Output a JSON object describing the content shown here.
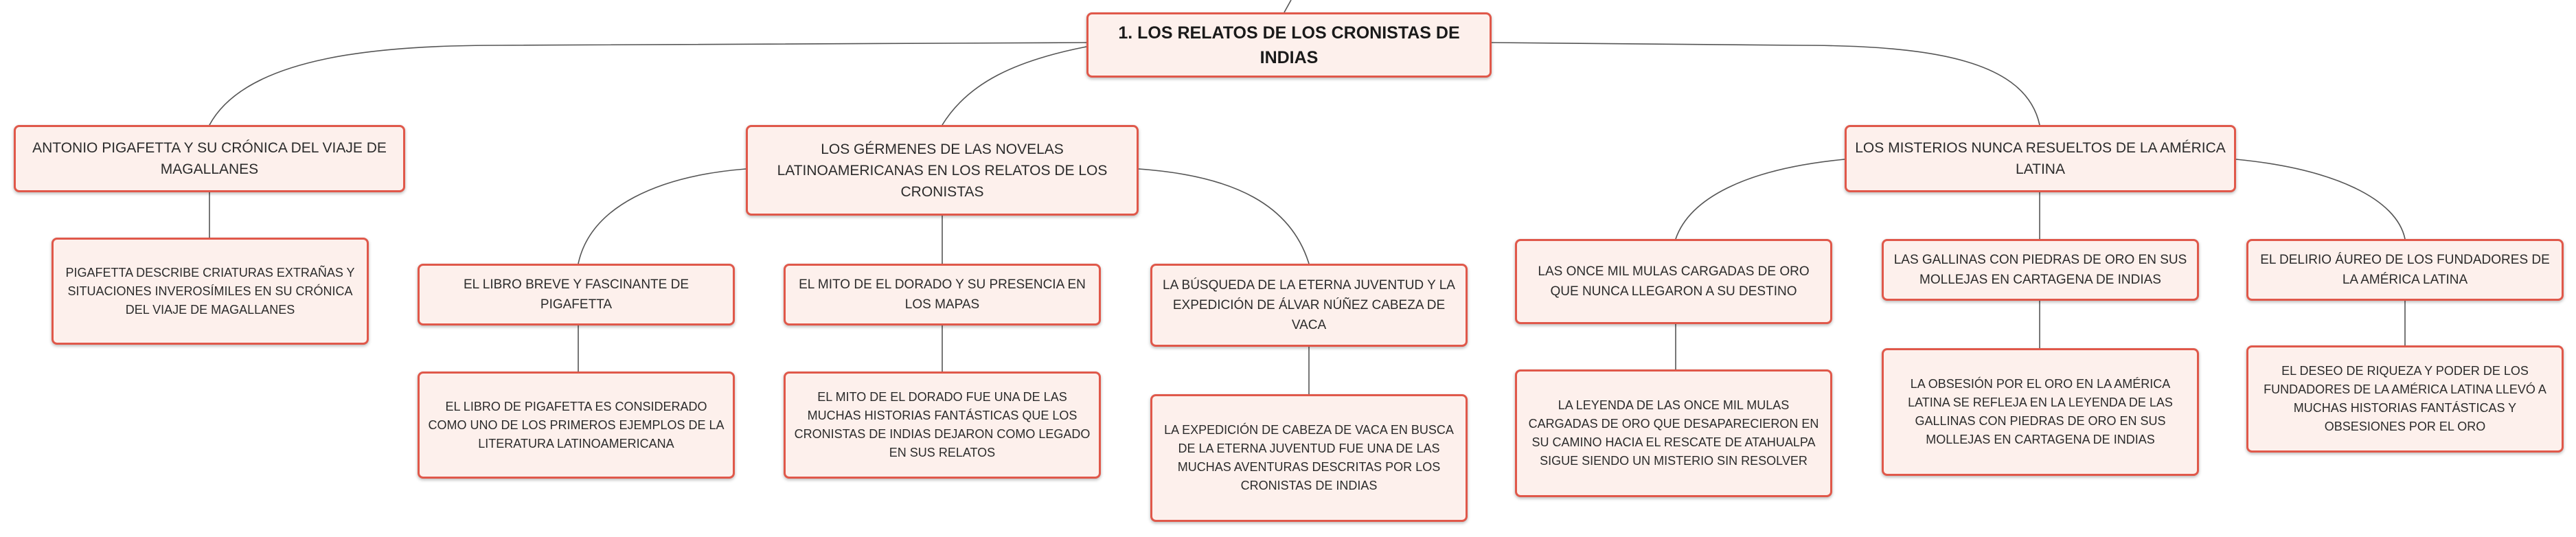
{
  "root": {
    "label": "1. LOS RELATOS DE LOS CRONISTAS DE INDIAS"
  },
  "branches": [
    {
      "label": "ANTONIO PIGAFETTA Y SU CRÓNICA DEL VIAJE DE MAGALLANES",
      "children": [
        {
          "label": "PIGAFETTA DESCRIBE CRIATURAS EXTRAÑAS Y SITUACIONES INVEROSÍMILES EN SU CRÓNICA DEL VIAJE DE MAGALLANES"
        }
      ]
    },
    {
      "label": "LOS GÉRMENES DE LAS NOVELAS LATINOAMERICANAS EN LOS RELATOS DE LOS CRONISTAS",
      "children": [
        {
          "label": "EL LIBRO BREVE Y FASCINANTE DE PIGAFETTA",
          "detail": "EL LIBRO DE PIGAFETTA ES CONSIDERADO COMO UNO DE LOS PRIMEROS EJEMPLOS DE LA LITERATURA LATINOAMERICANA"
        },
        {
          "label": "EL MITO DE EL DORADO Y SU PRESENCIA EN LOS MAPAS",
          "detail": "EL MITO DE EL DORADO FUE UNA DE LAS MUCHAS HISTORIAS FANTÁSTICAS QUE LOS CRONISTAS DE INDIAS DEJARON COMO LEGADO EN SUS RELATOS"
        },
        {
          "label": "LA BÚSQUEDA DE LA ETERNA JUVENTUD Y LA EXPEDICIÓN DE ÁLVAR NÚÑEZ CABEZA DE VACA",
          "detail": "LA EXPEDICIÓN DE CABEZA DE VACA EN BUSCA DE LA ETERNA JUVENTUD FUE UNA DE LAS MUCHAS AVENTURAS DESCRITAS POR LOS CRONISTAS DE INDIAS"
        }
      ]
    },
    {
      "label": "LOS MISTERIOS NUNCA RESUELTOS DE LA AMÉRICA LATINA",
      "children": [
        {
          "label": "LAS ONCE MIL MULAS CARGADAS DE ORO QUE NUNCA LLEGARON A SU DESTINO",
          "detail": "LA LEYENDA DE LAS ONCE MIL MULAS CARGADAS DE ORO QUE DESAPARECIERON EN SU CAMINO HACIA EL RESCATE DE ATAHUALPA SIGUE SIENDO UN MISTERIO SIN RESOLVER"
        },
        {
          "label": "LAS GALLINAS CON PIEDRAS DE ORO EN SUS MOLLEJAS EN CARTAGENA DE INDIAS",
          "detail": "LA OBSESIÓN POR EL ORO EN LA AMÉRICA LATINA SE REFLEJA EN LA LEYENDA DE LAS GALLINAS CON PIEDRAS DE ORO EN SUS MOLLEJAS EN CARTAGENA DE INDIAS"
        },
        {
          "label": "EL DELIRIO ÁUREO DE LOS FUNDADORES DE LA AMÉRICA LATINA",
          "detail": "EL DESEO DE RIQUEZA Y PODER DE LOS FUNDADORES DE LA AMÉRICA LATINA LLEVÓ A MUCHAS HISTORIAS FANTÁSTICAS Y OBSESIONES POR EL ORO"
        }
      ]
    }
  ]
}
